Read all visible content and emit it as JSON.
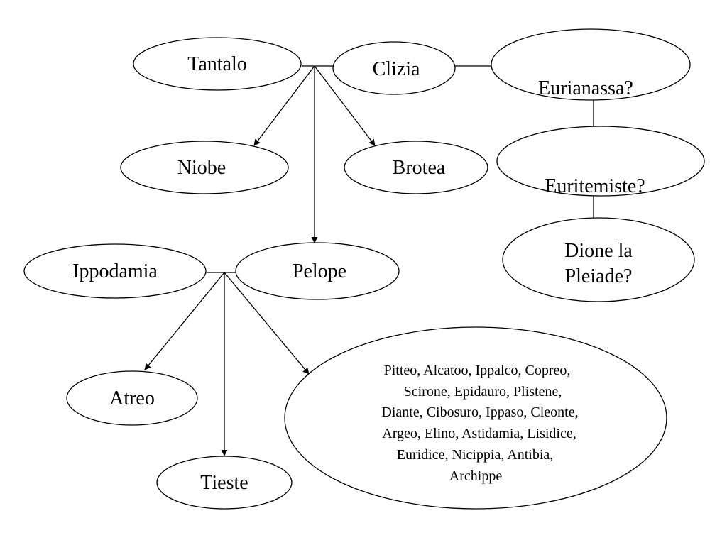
{
  "colors": {
    "stroke": "#000000",
    "fill": "#ffffff",
    "text": "#000000"
  },
  "nodes": {
    "tantalo": "Tantalo",
    "clizia": "Clizia",
    "eurianassa": "Eurianassa?",
    "euritemiste": "Euritemiste?",
    "dione": [
      "Dione la",
      "Pleiade?"
    ],
    "niobe": "Niobe",
    "brotea": "Brotea",
    "ippodamia": "Ippodamia",
    "pelope": "Pelope",
    "atreo": "Atreo",
    "tieste": "Tieste",
    "others": [
      "Pitteo, Alcatoo, Ippalco, Copreo,",
      "Scirone, Epidauro,  Plistene,",
      "Diante, Cibosuro, Ippaso, Cleonte,",
      "Argeo, Elino, Astidamia, Lisidice,",
      "Euridice, Nicippia, Antibia,",
      "Archippe"
    ]
  },
  "relations": [
    {
      "type": "spouse",
      "a": "tantalo",
      "b": "clizia"
    },
    {
      "type": "spouse",
      "a": "clizia",
      "b": "eurianassa"
    },
    {
      "type": "link",
      "a": "eurianassa",
      "b": "euritemiste"
    },
    {
      "type": "link",
      "a": "euritemiste",
      "b": "dione"
    },
    {
      "type": "child",
      "parents": "tantalo+clizia",
      "child": "niobe"
    },
    {
      "type": "child",
      "parents": "tantalo+clizia",
      "child": "brotea"
    },
    {
      "type": "child",
      "parents": "tantalo+clizia",
      "child": "pelope"
    },
    {
      "type": "spouse",
      "a": "ippodamia",
      "b": "pelope"
    },
    {
      "type": "child",
      "parents": "ippodamia+pelope",
      "child": "atreo"
    },
    {
      "type": "child",
      "parents": "ippodamia+pelope",
      "child": "tieste"
    },
    {
      "type": "child",
      "parents": "ippodamia+pelope",
      "child": "others"
    }
  ]
}
